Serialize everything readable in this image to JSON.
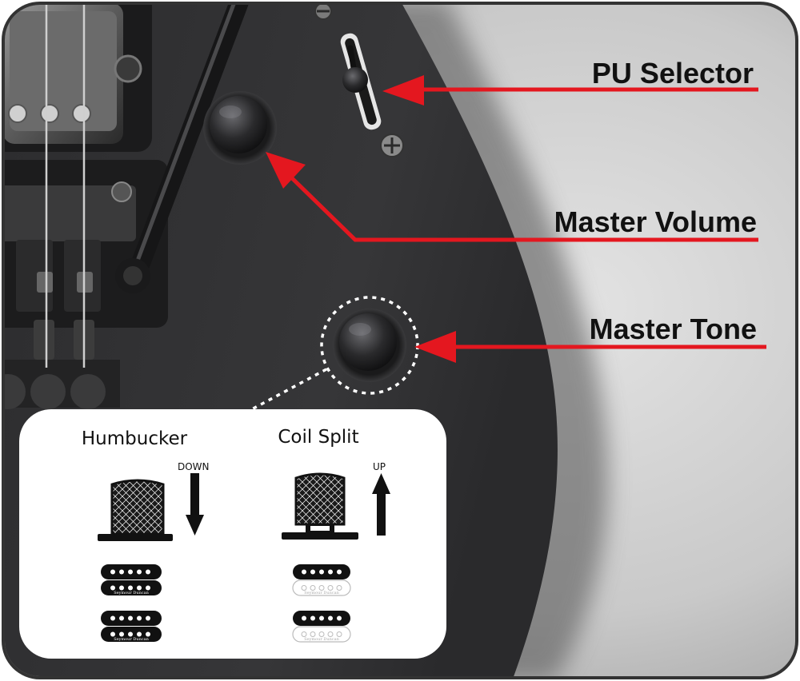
{
  "callouts": {
    "pu_selector": "PU Selector",
    "master_volume": "Master Volume",
    "master_tone": "Master Tone"
  },
  "inset": {
    "humbucker": {
      "heading": "Humbucker",
      "direction": "DOWN",
      "pickup_brand": "Seymour Duncan"
    },
    "coil_split": {
      "heading": "Coil Split",
      "direction": "UP",
      "pickup_brand": "Seymour Duncan"
    }
  },
  "icons": {
    "knob": "push-pull-knob-icon",
    "pickup": "humbucker-pickup-icon",
    "arrow_down": "arrow-down-icon",
    "arrow_up": "arrow-up-icon"
  },
  "colors": {
    "callout_red": "#e4171f",
    "body": "#2b2b2d",
    "frame": "#333333",
    "background": "#c8c8c8"
  }
}
